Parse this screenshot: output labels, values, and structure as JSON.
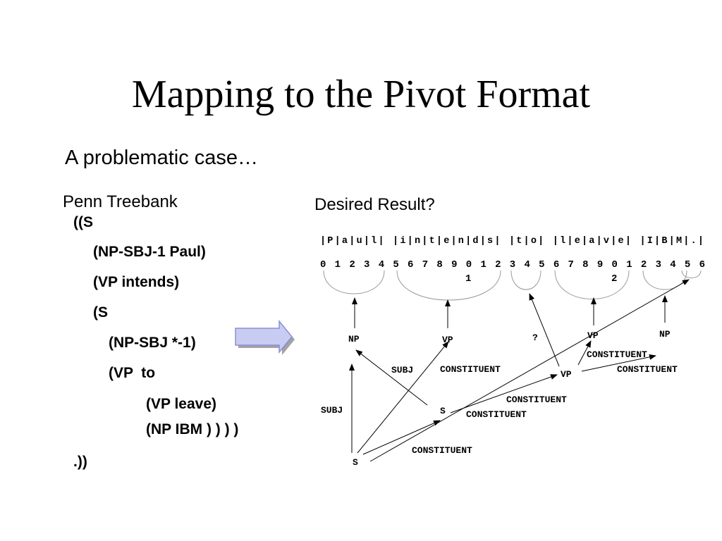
{
  "title": "Mapping to the Pivot Format",
  "subtitle": "A problematic case…",
  "left_heading": "Penn Treebank",
  "right_heading": "Desired Result?",
  "treebank_lines": [
    "((S",
    "(NP-SBJ-1 Paul)",
    "(VP intends)",
    "(S",
    "(NP-SBJ *-1)",
    "(VP  to",
    "(VP leave)",
    "(NP IBM ) ) ) )",
    ".))"
  ],
  "arrow_icon": "right-arrow-icon",
  "colors": {
    "arrow_fill": "#c9ccf2",
    "arrow_stroke": "#8a8fd6",
    "arrow_shadow": "#7a7a7a",
    "arc": "#9a9a9a"
  },
  "diagram": {
    "char_row": "|P|a|u|l| |i|n|t|e|n|d|s| |t|o| |l|e|a|v|e| |I|B|M|.|",
    "index_row": "0 1 2 3 4 5 6 7 8 9 0 1 2 3 4 5 6 7 8 9 0 1 2 3 4 5 6",
    "tens_digits": [
      "1",
      "2"
    ],
    "nodes": {
      "np1": "NP",
      "vp1": "VP",
      "q": "?",
      "vp2": "VP",
      "np2": "NP",
      "vp3": "VP",
      "s1": "S",
      "s2": "S"
    },
    "edge_labels": {
      "subj1": "SUBJ",
      "subj2": "SUBJ",
      "c1": "CONSTITUENT",
      "c2": "CONSTITUENT",
      "c3": "CONSTITUENT",
      "c4": "CONSTITUENT",
      "c5": "CONSTITUENT",
      "c6": "CONSTITUENT"
    }
  }
}
